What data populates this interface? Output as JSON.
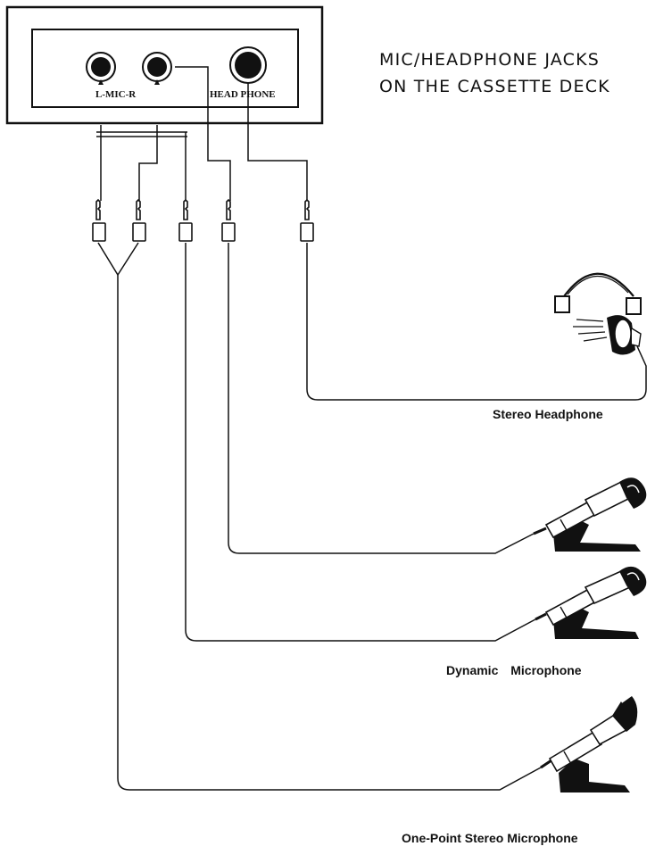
{
  "title": {
    "line1": "MIC/HEADPHONE JACKS",
    "line2": "ON THE CASSETTE DECK"
  },
  "deck": {
    "mic_label": "L-MIC-R",
    "headphone_label": "HEAD PHONE"
  },
  "devices": {
    "headphone": "Stereo Headphone",
    "dynamic_microphone": "Dynamic  Microphone",
    "stereo_microphone": "One-Point Stereo Microphone"
  },
  "colors": {
    "ink": "#111111",
    "background": "#ffffff"
  }
}
